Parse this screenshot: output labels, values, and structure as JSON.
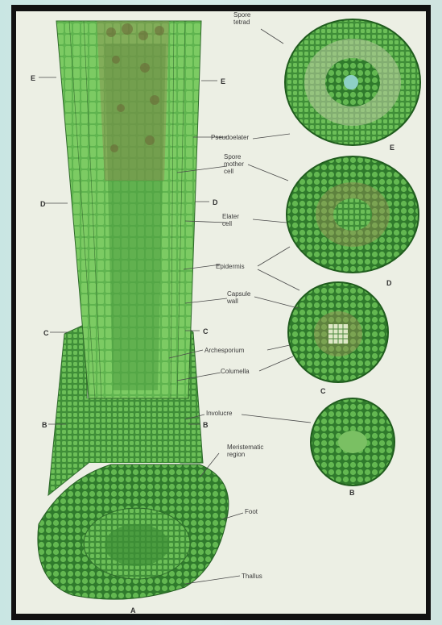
{
  "figure": {
    "callouts": {
      "spore_tetrad": "Spore\ntetrad",
      "pseudoelater": "Pseudoelater",
      "spore_mother_cell": "Spore\nmother\ncell",
      "elater_cell": "Elater\ncell",
      "epidermis": "Epidermis",
      "capsule_wall": "Capsule\nwall",
      "archesporium": "Archesporium",
      "columella": "Columella",
      "involucre": "Involucre",
      "meristematic_region": "Meristematic\nregion",
      "foot": "Foot",
      "thallus": "Thallus"
    },
    "section_letters": {
      "e_left": "E",
      "e_right": "E",
      "d_left": "D",
      "d_right": "D",
      "c_left": "C",
      "c_right": "C",
      "b_left": "B",
      "b_right": "B",
      "a_bottom": "A"
    },
    "cross_section_labels": {
      "e": "E",
      "d": "D",
      "c": "C",
      "b": "B"
    }
  }
}
